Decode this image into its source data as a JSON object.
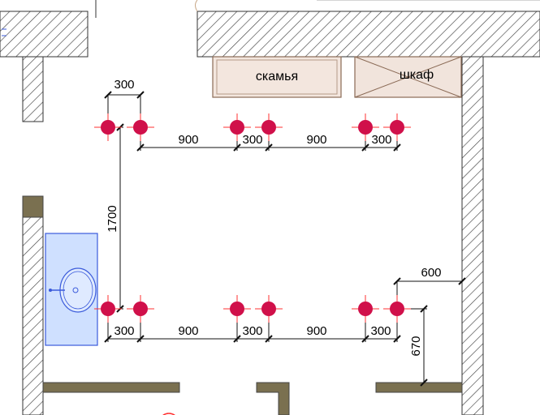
{
  "furniture": {
    "bench_label": "скамья",
    "wardrobe_label": "шкаф"
  },
  "dimensions": {
    "top_spacing_a": "300",
    "top_gap_1": "900",
    "top_spacing_b": "300",
    "top_gap_2": "900",
    "top_spacing_c": "300",
    "vertical_span": "1700",
    "right_offset": "600",
    "bottom_spacing_a": "300",
    "bottom_gap_1": "900",
    "bottom_spacing_b": "300",
    "bottom_gap_2": "900",
    "bottom_spacing_c": "300",
    "right_vertical": "670"
  },
  "colors": {
    "wall_hatch": "#555555",
    "light_fixture": "#d0104a",
    "crosshair": "#ff3030",
    "sink_fill": "#cfe0ff",
    "sink_stroke": "#3b5bdb",
    "bench_fill": "#f3e6de",
    "bench_stroke": "#8a6a55",
    "partition": "#7a7050"
  }
}
